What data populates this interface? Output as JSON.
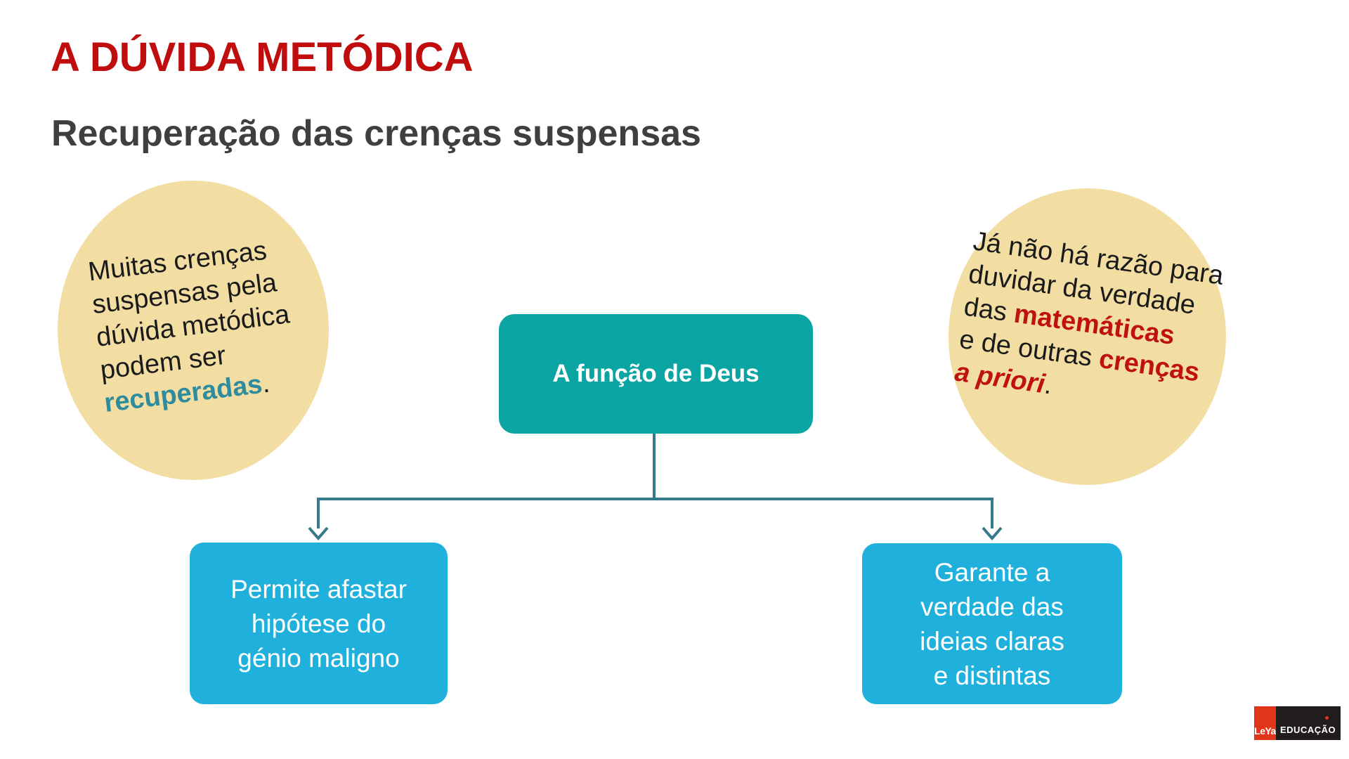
{
  "title": {
    "text": "A DÚVIDA METÓDICA"
  },
  "subtitle": {
    "text": "Recuperação das crenças suspensas"
  },
  "bubbles": {
    "left": {
      "lines": [
        [
          {
            "t": "Muitas crenças"
          }
        ],
        [
          {
            "t": "suspensas pela"
          }
        ],
        [
          {
            "t": "dúvida metódica"
          }
        ],
        [
          {
            "t": "podem ser"
          }
        ],
        [
          {
            "t": "recuperadas",
            "c": "teal-bold"
          },
          {
            "t": "."
          }
        ]
      ]
    },
    "right": {
      "lines": [
        [
          {
            "t": "Já não há razão para"
          }
        ],
        [
          {
            "t": "duvidar da verdade"
          }
        ],
        [
          {
            "t": "das "
          },
          {
            "t": "matemáticas",
            "c": "red-bold"
          }
        ],
        [
          {
            "t": "e de outras "
          },
          {
            "t": "crenças",
            "c": "red-bold"
          }
        ],
        [
          {
            "t": "a priori",
            "c": "red-bold-italic"
          },
          {
            "t": "."
          }
        ]
      ]
    }
  },
  "diagram": {
    "root": {
      "label": "A função de Deus"
    },
    "children": [
      {
        "lines": [
          [
            {
              "t": "Permite afastar"
            }
          ],
          [
            {
              "t": "hipótese do"
            }
          ],
          [
            {
              "t": "génio maligno"
            }
          ]
        ]
      },
      {
        "lines": [
          [
            {
              "t": "Garante a"
            }
          ],
          [
            {
              "t": "verdade das"
            }
          ],
          [
            {
              "t": "ideias claras"
            }
          ],
          [
            {
              "t": "e distintas"
            }
          ]
        ]
      }
    ]
  },
  "logo": {
    "brand": "LeYa",
    "division": "EDUCAÇÃO"
  },
  "colors": {
    "title_red": "#c00d0d",
    "subtitle_gray": "#3f3f3f",
    "bubble_fill": "#f2dea2",
    "bubble_text": "#1a1a1a",
    "teal_box": "#0aa5a3",
    "blue_box": "#1fb0db",
    "connector": "#36798b",
    "highlight_teal": "#2f8c9e",
    "highlight_red": "#c01111",
    "logo_red": "#e0351b",
    "logo_black": "#221d1d",
    "box_text": "#ffffff"
  }
}
